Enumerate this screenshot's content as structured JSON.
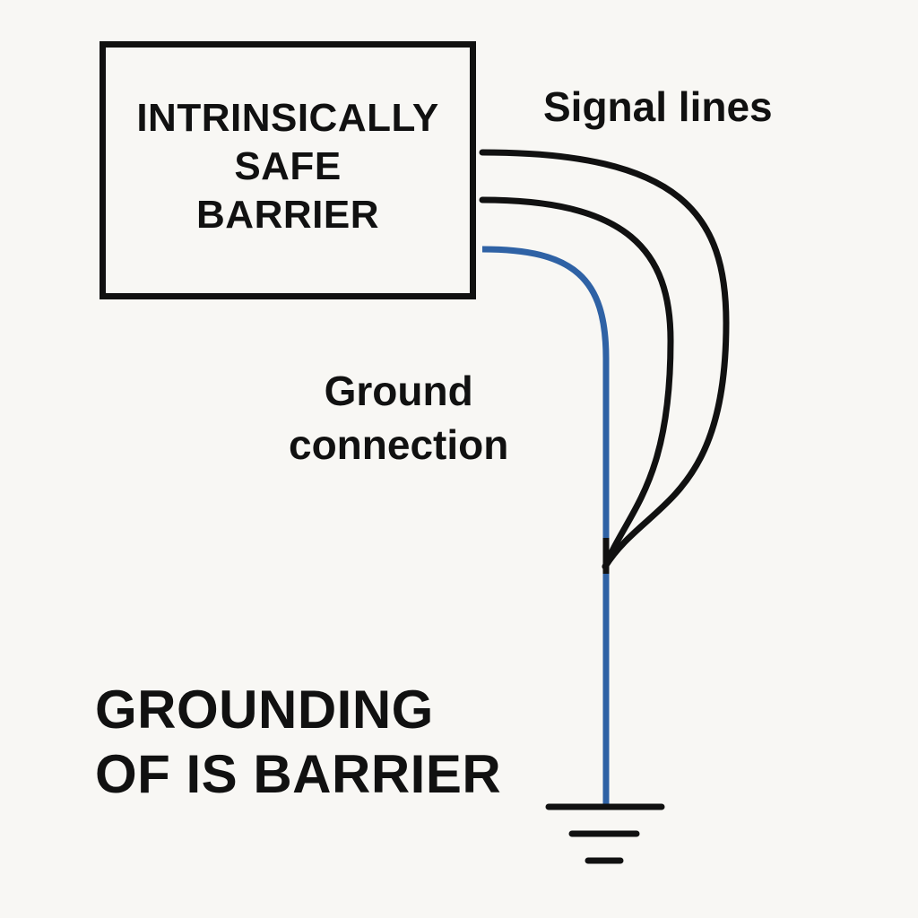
{
  "barrier": {
    "lines": [
      "INTRINSICALLY",
      "SAFE",
      "BARRIER"
    ]
  },
  "labels": {
    "signal_lines": "Signal lines",
    "ground_connection": [
      "Ground",
      "connection"
    ]
  },
  "title": {
    "lines": [
      "GROUNDING",
      "OF IS BARRIER"
    ]
  },
  "colors": {
    "background": "#f8f7f4",
    "outline": "#111111",
    "signal_wire": "#111111",
    "ground_wire": "#2f62a5"
  },
  "icons": {
    "ground_symbol": "earth-ground-icon"
  }
}
